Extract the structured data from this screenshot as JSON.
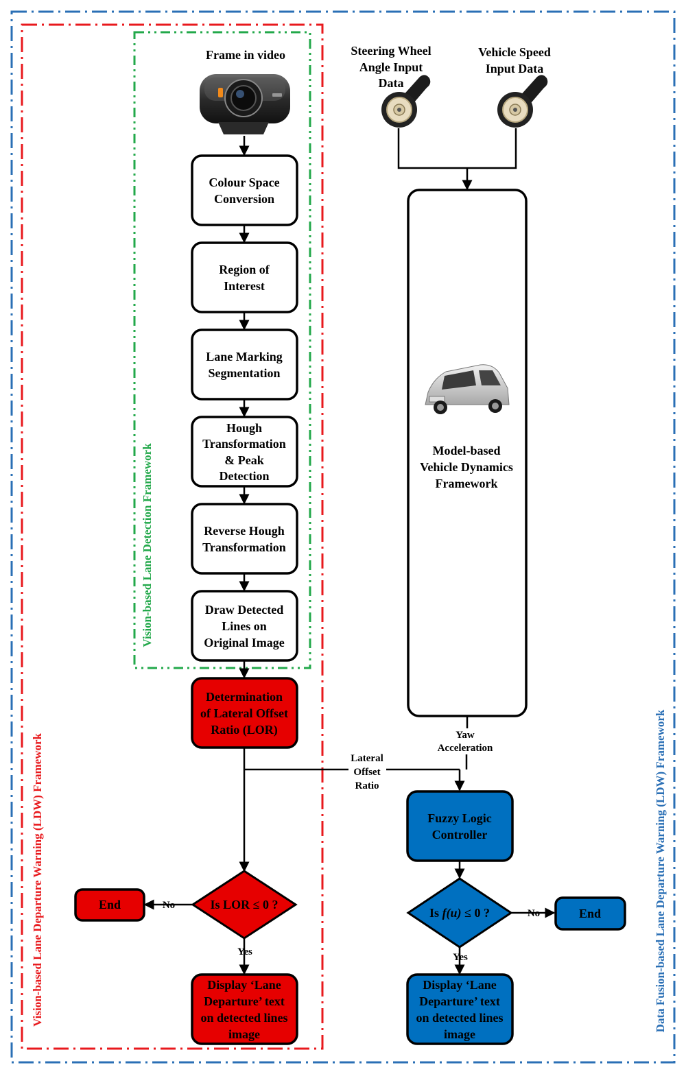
{
  "frameworks": {
    "vision_ldw": "Vision-based Lane Departure Warning (LDW) Framework",
    "lane_detection": "Vision-based Lane Detection Framework",
    "data_fusion_ldw": "Data Fusion-based Lane Departure Warning (LDW) Framework"
  },
  "inputs": {
    "frame": "Frame in video",
    "steering": [
      "Steering Wheel",
      "Angle Input",
      "Data"
    ],
    "speed": [
      "Vehicle Speed",
      "Input Data"
    ]
  },
  "steps": {
    "colour": [
      "Colour Space",
      "Conversion"
    ],
    "roi": [
      "Region of",
      "Interest"
    ],
    "lane_seg": [
      "Lane Marking",
      "Segmentation"
    ],
    "hough": [
      "Hough",
      "Transformation",
      "& Peak",
      "Detection"
    ],
    "reverse_hough": [
      "Reverse Hough",
      "Transformation"
    ],
    "draw": [
      "Draw Detected",
      "Lines on",
      "Original Image"
    ],
    "lor": [
      "Determination",
      "of Lateral Offset",
      "Ratio (LOR)"
    ],
    "vehicle_dynamics": [
      "Model-based",
      "Vehicle Dynamics",
      "Framework"
    ],
    "fuzzy": [
      "Fuzzy Logic",
      "Controller"
    ]
  },
  "edge_labels": {
    "yaw": [
      "Yaw",
      "Acceleration"
    ],
    "lateral": [
      "Lateral",
      "Offset",
      "Ratio"
    ],
    "no": "No",
    "yes": "Yes"
  },
  "decisions": {
    "left": "Is LOR ≤ 0 ?",
    "right_prefix": "Is ",
    "right_func": "f(u)",
    "right_suffix": " ≤ 0 ?"
  },
  "terminals": {
    "end": "End",
    "display": [
      "Display ‘Lane",
      "Departure’ text",
      "on detected lines",
      "image"
    ]
  },
  "colors": {
    "red": "#e60000",
    "blue": "#0070c0",
    "green": "#22a84a",
    "red_frame": "#e8191d",
    "blue_frame": "#2a6fb5"
  }
}
